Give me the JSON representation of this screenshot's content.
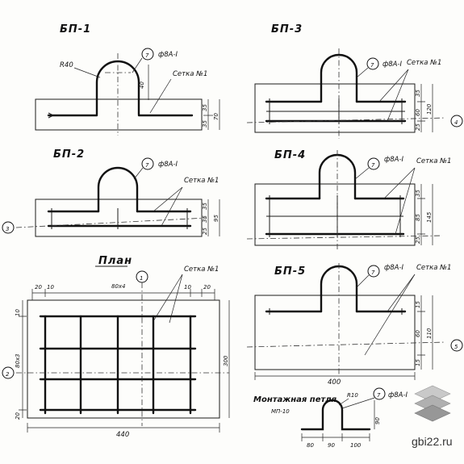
{
  "titles": {
    "bp1": "БП-1",
    "bp2": "БП-2",
    "bp3": "БП-3",
    "bp4": "БП-4",
    "bp5": "БП-5",
    "plan": "План",
    "loop": "Монтажная петля",
    "loop_mark": "МП-10"
  },
  "callouts": {
    "rebar": "ф8А-I",
    "mesh": "Сетка №1",
    "bubble7": "7",
    "bubble1": "1",
    "bubble2": "2",
    "bubble3": "3",
    "bubble4": "4",
    "bubble5": "5"
  },
  "dims": {
    "r40": "R40",
    "v40": "40",
    "d35": "35",
    "d70": "70",
    "d25": "25",
    "d95": "95",
    "d60": "60",
    "d120": "120",
    "d85": "85",
    "d145": "145",
    "d15": "15",
    "d110": "110",
    "d400": "400",
    "d440": "440",
    "d300": "300",
    "d80x4": "80х4",
    "d80x3": "80х3",
    "d20": "20",
    "d10": "10",
    "d90": "90",
    "d80": "80",
    "d100": "100",
    "r10": "R10"
  },
  "watermark": "gbi22.ru"
}
